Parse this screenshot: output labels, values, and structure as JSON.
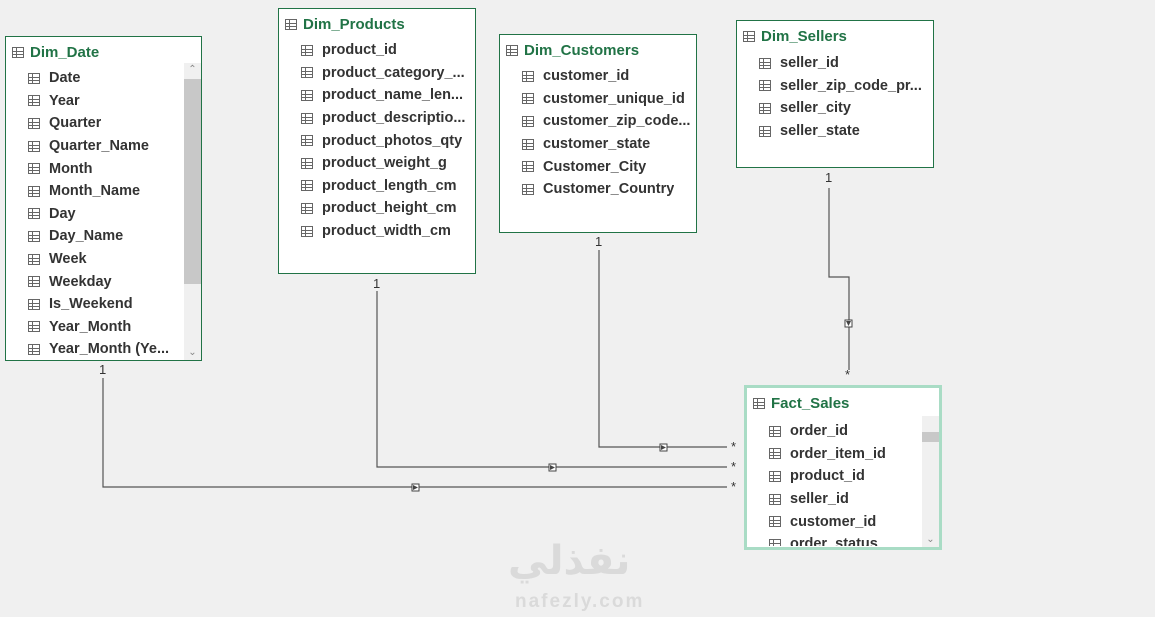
{
  "tables": {
    "dim_date": {
      "title": "Dim_Date",
      "fields": [
        "Date",
        "Year",
        "Quarter",
        "Quarter_Name",
        "Month",
        "Month_Name",
        "Day",
        "Day_Name",
        "Week",
        "Weekday",
        "Is_Weekend",
        "Year_Month",
        "Year_Month (Ye..."
      ]
    },
    "dim_products": {
      "title": "Dim_Products",
      "fields": [
        "product_id",
        "product_category_...",
        "product_name_len...",
        "product_descriptio...",
        "product_photos_qty",
        "product_weight_g",
        "product_length_cm",
        "product_height_cm",
        "product_width_cm"
      ]
    },
    "dim_customers": {
      "title": "Dim_Customers",
      "fields": [
        "customer_id",
        "customer_unique_id",
        "customer_zip_code...",
        "customer_state",
        "Customer_City",
        "Customer_Country"
      ]
    },
    "dim_sellers": {
      "title": "Dim_Sellers",
      "fields": [
        "seller_id",
        "seller_zip_code_pr...",
        "seller_city",
        "seller_state"
      ]
    },
    "fact_sales": {
      "title": "Fact_Sales",
      "fields": [
        "order_id",
        "order_item_id",
        "product_id",
        "seller_id",
        "customer_id",
        "order_status"
      ]
    }
  },
  "cardinality": {
    "one": "1",
    "many": "*"
  },
  "watermark": {
    "arabic": "نفذلي",
    "latin": "nafezly.com"
  },
  "colors": {
    "table_title": "#217346",
    "table_border": "#217346",
    "selected_border": "#a9dcc5",
    "canvas": "#f0f0f0",
    "line": "#555555"
  },
  "icons": {
    "table": "table-grid-icon",
    "field": "field-grid-icon",
    "scroll_up": "chevron-up-icon",
    "scroll_down": "chevron-down-icon",
    "filter_direction": "filter-arrow-icon"
  }
}
